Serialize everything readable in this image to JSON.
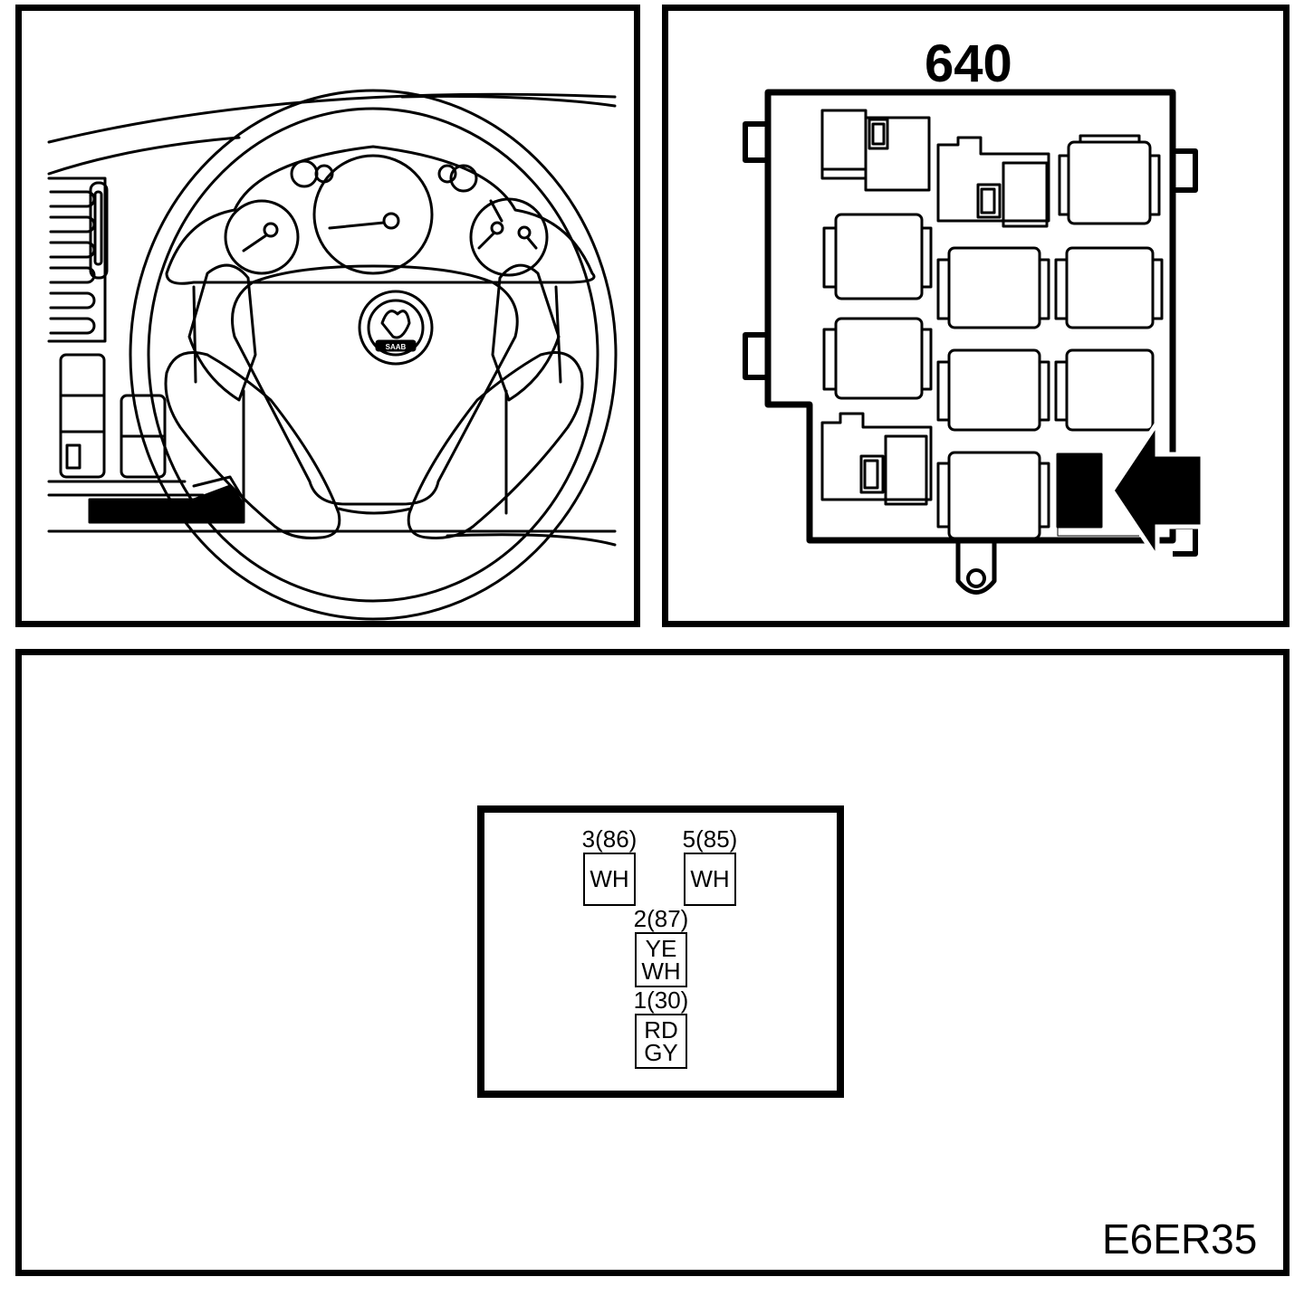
{
  "fusebox": {
    "number": "640"
  },
  "logo": {
    "text": "SAAB"
  },
  "connector": {
    "pins": [
      {
        "label": "3(86)",
        "colors": [
          "WH"
        ]
      },
      {
        "label": "5(85)",
        "colors": [
          "WH"
        ]
      },
      {
        "label": "2(87)",
        "colors": [
          "YE",
          "WH"
        ]
      },
      {
        "label": "1(30)",
        "colors": [
          "RD",
          "GY"
        ]
      }
    ]
  },
  "figure": {
    "code": "E6ER35"
  }
}
